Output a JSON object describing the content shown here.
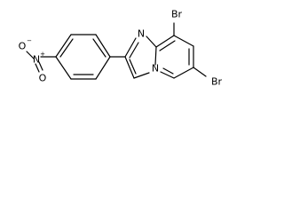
{
  "molecule": {
    "atoms": {
      "br_top": "Br",
      "br_right": "Br",
      "n_ring": "N",
      "n_bridge": "N",
      "n_nitro": "N",
      "o_left": "O",
      "o_bottom": "O"
    },
    "charges": {
      "n_nitro": "+",
      "o_left": "−"
    }
  }
}
